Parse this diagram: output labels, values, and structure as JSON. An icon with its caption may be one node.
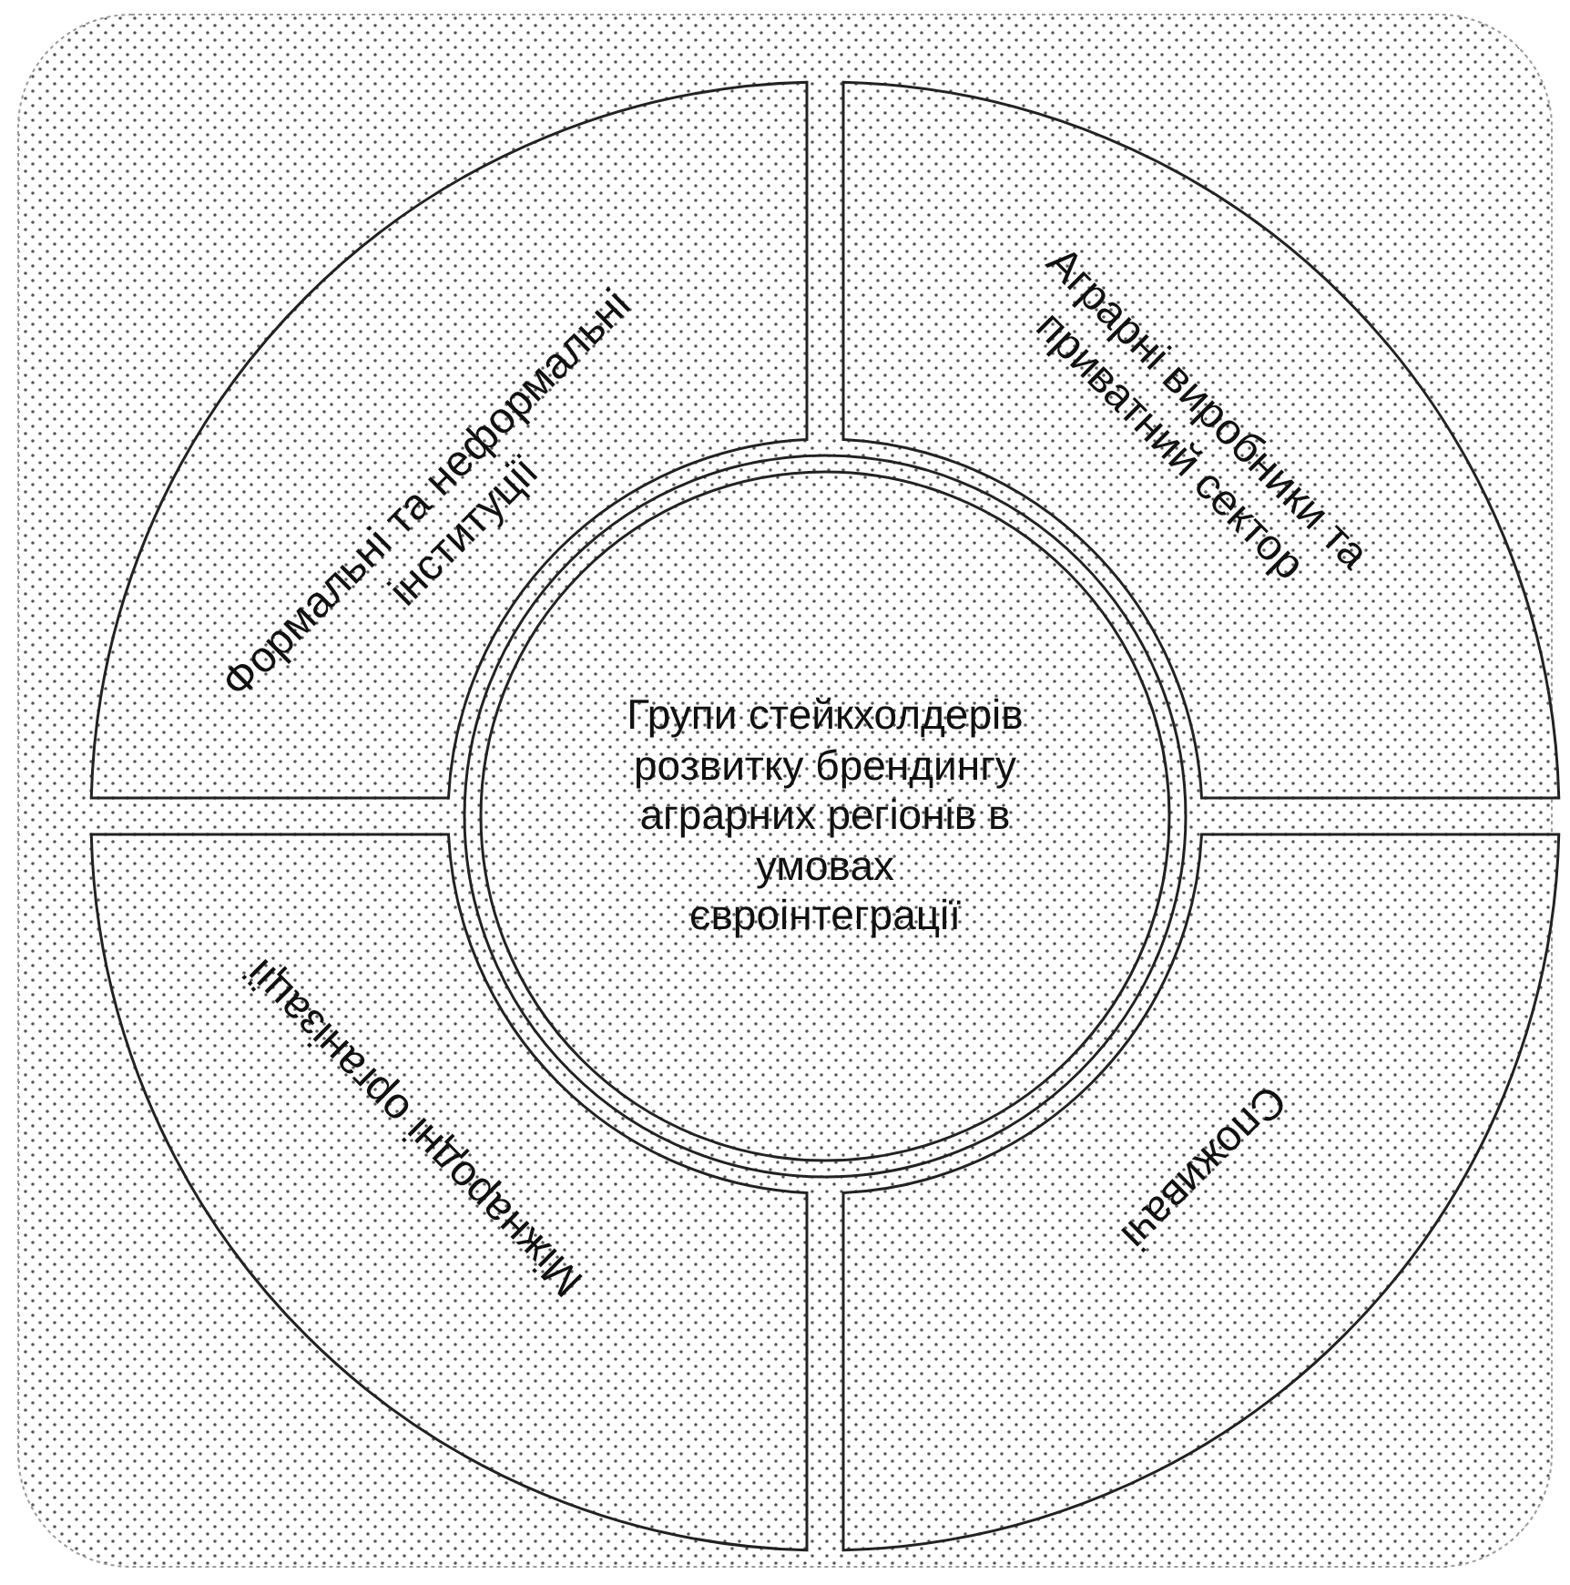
{
  "diagram": {
    "nodes": [
      {
        "text": [
          "Формальні та неформальні інституції"
        ]
      },
      {
        "text": [
          "Аграрні виробники та приватний сектор"
        ]
      },
      {
        "text": [
          "Групи стейкхолдерів розвитку брендингу аграрних регіонів в умовах євроінтеграції"
        ]
      },
      {
        "text": [
          "Міжнародні організації"
        ]
      },
      {
        "text": [
          "Споживачі"
        ]
      }
    ],
    "edges": []
  }
}
